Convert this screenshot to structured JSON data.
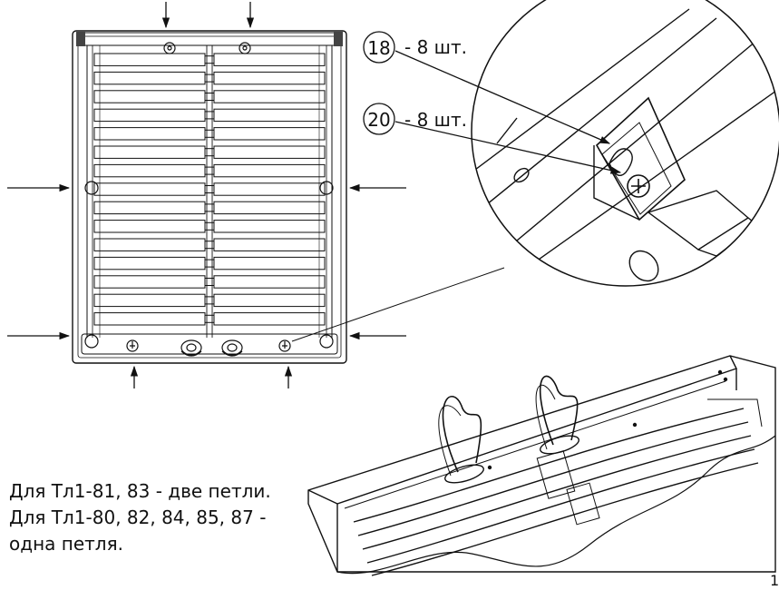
{
  "callouts": [
    {
      "number": "18",
      "quantity": "- 8 шт."
    },
    {
      "number": "20",
      "quantity": "- 8 шт."
    }
  ],
  "note": {
    "line1": "Для Тл1-81, 83 - две петли.",
    "line2": "Для Тл1-80, 82, 84, 85, 87 -",
    "line3": "одна петля."
  },
  "page_number": "1"
}
